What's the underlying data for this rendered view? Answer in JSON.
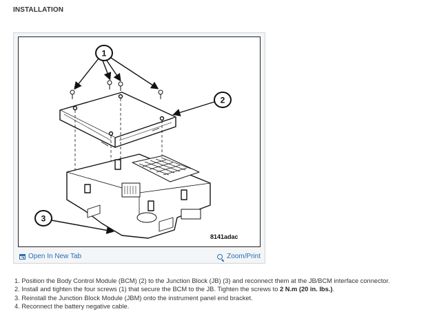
{
  "section": {
    "title": "INSTALLATION"
  },
  "figure": {
    "code": "8141adac",
    "callouts": [
      "1",
      "2",
      "3"
    ],
    "open_tab_label": "Open In New Tab",
    "zoom_label": "Zoom/Print"
  },
  "steps": [
    {
      "pre": "1. Position the Body Control Module (BCM) (2) to the Junction Block (JB) (3) and reconnect them at the JB/BCM interface connector.",
      "bold": "",
      "post": ""
    },
    {
      "pre": "2. Install and tighten the four screws (1) that secure the BCM to the JB. Tighten the screws to ",
      "bold": "2 N.m (20 in. lbs.)",
      "post": "."
    },
    {
      "pre": "3. Reinstall the Junction Block Module (JBM) onto the instrument panel end bracket.",
      "bold": "",
      "post": ""
    },
    {
      "pre": "4. Reconnect the battery negative cable.",
      "bold": "",
      "post": ""
    }
  ]
}
